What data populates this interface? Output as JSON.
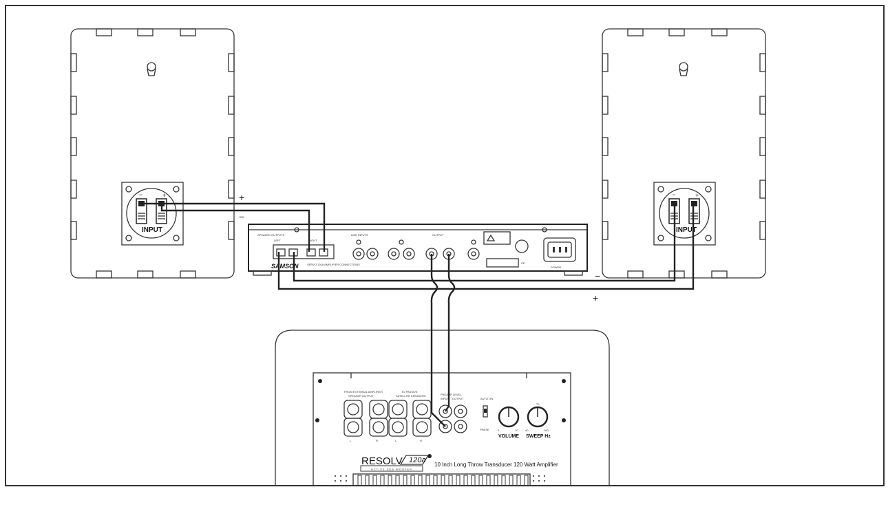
{
  "speaker_left": {
    "input_label": "INPUT",
    "terminal_neg": "−",
    "terminal_pos": "+"
  },
  "speaker_right": {
    "input_label": "INPUT",
    "terminal_neg": "−",
    "terminal_pos": "+"
  },
  "polarity": {
    "top_plus": "+",
    "top_minus": "−",
    "bottom_minus": "−",
    "bottom_plus": "+"
  },
  "amplifier": {
    "brand": "SAMSON",
    "model_text": "SERVO 120A AMPLIFIER CONNECTIONS",
    "speaker_outputs_label": "SPEAKER OUTPUTS",
    "line_inputs_label": "LINE INPUTS",
    "output_label": "OUTPUT",
    "power_label": "POWER",
    "left_label": "LEFT",
    "right_label": "RIGHT"
  },
  "subwoofer": {
    "brand": "RESOLV",
    "model": "120a",
    "subtitle": "ACTIVE SUB WOOFER",
    "tagline": "10 Inch Long Throw Transducer  120 Watt Amplifier",
    "from_ext_amp": "FROM EXTERNAL AMPLIFIER",
    "speaker_output": "SPEAKER OUTPUT",
    "to_passive": "TO PASSIVE",
    "satellite_speakers": "SATELLITE SPEAKERS",
    "preamp_label": "PREAMP LEVEL",
    "input_label": "INPUT",
    "output_label": "OUTPUT",
    "auto_on": "AUTO ON",
    "phase": "PHASE",
    "volume": "VOLUME",
    "sweep": "SWEEP Hz",
    "jack_labels": [
      "L",
      "R",
      "L",
      "R"
    ],
    "volume_scale": [
      "0",
      "10"
    ],
    "sweep_scale": [
      "40",
      "160"
    ],
    "sweep_mid": "70"
  }
}
